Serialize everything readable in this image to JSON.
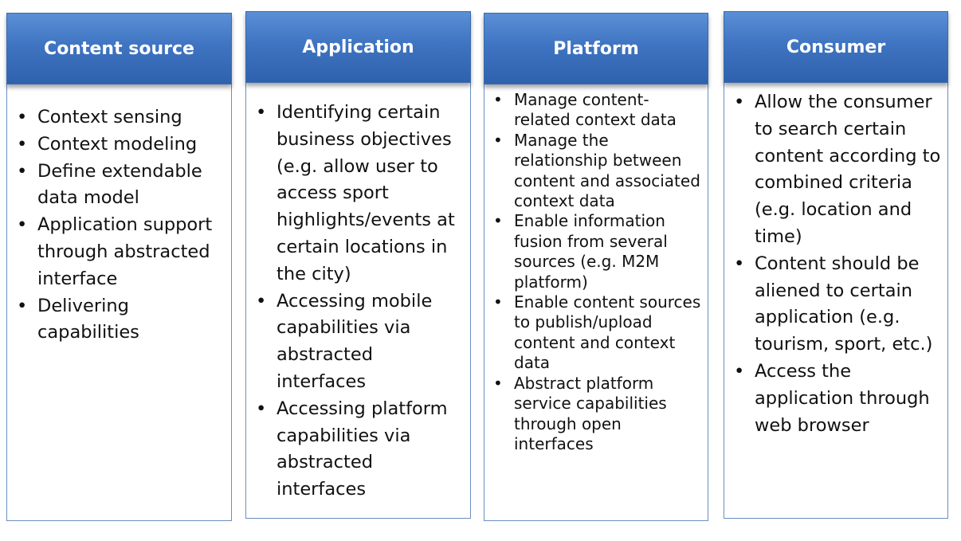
{
  "columns": [
    {
      "title": "Content source",
      "items": [
        "Context sensing",
        "Context modeling",
        "Define extendable data model",
        "Application support through abstracted interface",
        "Delivering capabilities"
      ]
    },
    {
      "title": "Application",
      "items": [
        "Identifying certain business objectives (e.g. allow user to access sport highlights/events at certain locations in the city)",
        "Accessing mobile capabilities via abstracted interfaces",
        "Accessing platform capabilities via abstracted interfaces"
      ]
    },
    {
      "title": "Platform",
      "items": [
        "Manage content-related context data",
        "Manage the relationship between content and associated context data",
        "Enable information fusion from several sources (e.g. M2M platform)",
        "Enable content sources to publish/upload content and context data",
        "Abstract platform service capabilities through open interfaces"
      ]
    },
    {
      "title": "Consumer",
      "items": [
        "Allow the consumer to search certain content according to combined criteria (e.g. location and time)",
        "Content should be aliened to certain application (e.g. tourism, sport, etc.)",
        "Access the application through web browser"
      ]
    }
  ]
}
